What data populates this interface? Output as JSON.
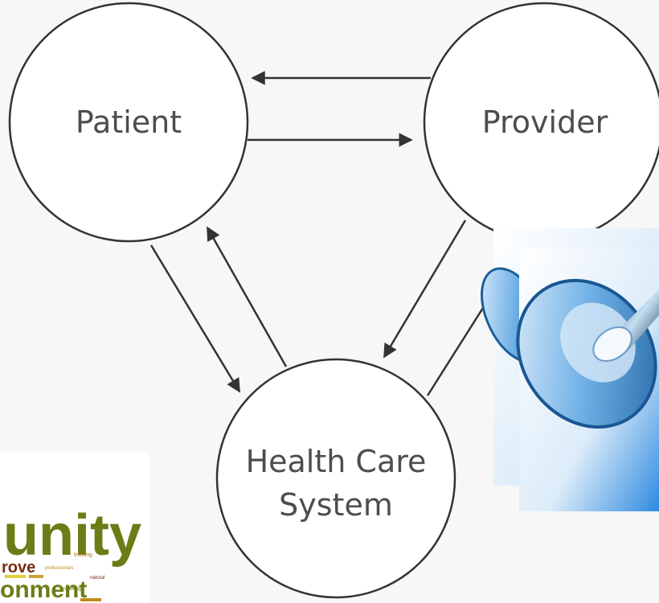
{
  "nodes": {
    "patient": {
      "label": "Patient"
    },
    "provider": {
      "label": "Provider"
    },
    "health_care_system": {
      "label_line1": "Health Care",
      "label_line2": "System"
    }
  },
  "images": {
    "stethoscope": {
      "icon": "stethoscope-photo"
    },
    "word_cloud": {
      "icon": "word-cloud-image",
      "words": [
        "unity",
        "rove",
        "onment",
        "trusting",
        "professionals",
        "natural",
        "knowledge"
      ]
    }
  },
  "colors": {
    "background": "#f7f7f7",
    "circle_fill": "#ffffff",
    "circle_stroke": "#333333",
    "text": "#4d4d4d",
    "arrow": "#333333",
    "stethoscope_blue": "#2f8fd6"
  }
}
